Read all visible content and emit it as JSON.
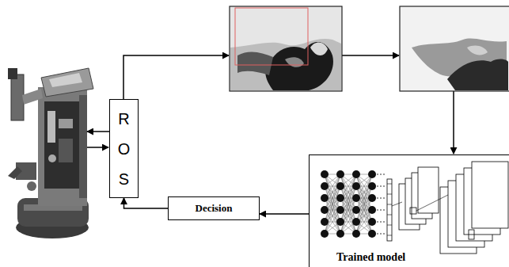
{
  "diagram": {
    "nodes": [
      {
        "text": [
          "ROS"
        ]
      },
      {
        "text": [
          "Decision"
        ]
      },
      {
        "text": [
          "Trained model"
        ]
      }
    ],
    "edges": [
      {
        "from": 2,
        "to": 1,
        "arrow": "to"
      },
      {
        "from": 1,
        "to": 0,
        "arrow": "to"
      }
    ]
  }
}
